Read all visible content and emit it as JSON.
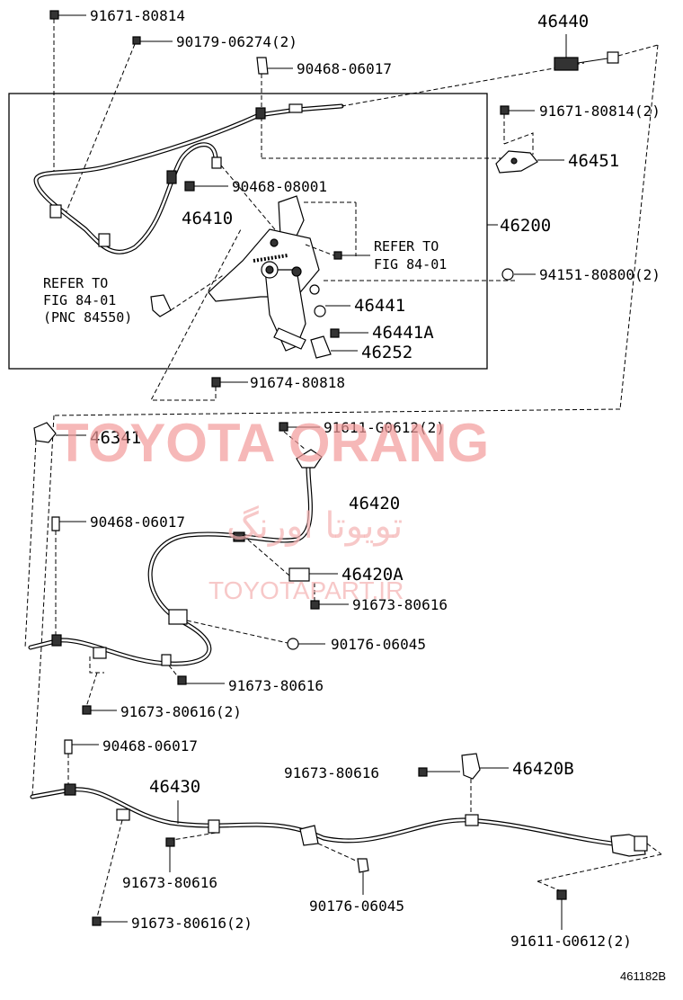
{
  "labels": {
    "l_91671_80814": "91671-80814",
    "l_90179_06274": "90179-06274(2)",
    "l_90468_06017_a": "90468-06017",
    "l_46440": "46440",
    "l_91671_80814_2": "91671-80814(2)",
    "l_46451": "46451",
    "l_90468_08001": "90468-08001",
    "l_46410": "46410",
    "l_46200": "46200",
    "l_refer_1a": "REFER TO",
    "l_refer_1b": "FIG 84-01",
    "l_94151_80800": "94151-80800(2)",
    "l_refer_2a": "REFER TO",
    "l_refer_2b": "FIG 84-01",
    "l_refer_2c": "(PNC 84550)",
    "l_46441": "46441",
    "l_46441a": "46441A",
    "l_46252": "46252",
    "l_91674_80818": "91674-80818",
    "l_46341": "46341",
    "l_91611_g0612_top": "91611-G0612(2)",
    "l_46420": "46420",
    "l_90468_06017_b": "90468-06017",
    "l_46420a": "46420A",
    "l_91673_80616_a": "91673-80616",
    "l_90176_06045_a": "90176-06045",
    "l_91673_80616_b": "91673-80616",
    "l_91673_80616_c": "91673-80616(2)",
    "l_90468_06017_c": "90468-06017",
    "l_91673_80616_d": "91673-80616",
    "l_46420b": "46420B",
    "l_46430": "46430",
    "l_91673_80616_e": "91673-80616",
    "l_90176_06045_b": "90176-06045",
    "l_91673_80616_f": "91673-80616(2)",
    "l_91611_g0612_bot": "91611-G0612(2)",
    "drawing_code": "461182B"
  },
  "watermark": {
    "line1": "TOYOTA ORANG",
    "line2": "تویوتا اورنگ",
    "line3": "TOYOTAPART.IR",
    "color": "#f29a9a"
  }
}
